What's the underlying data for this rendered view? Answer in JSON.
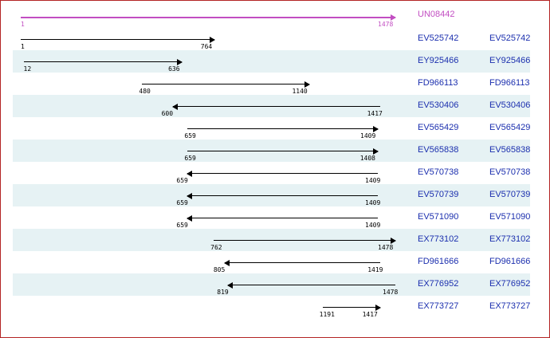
{
  "reference": {
    "name": "UN08442",
    "start": "1",
    "end": "1478",
    "direction": "forward",
    "color": "#c24ec2"
  },
  "alignments": [
    {
      "acc": "EV525742",
      "start": "1",
      "end": "764",
      "direction": "forward"
    },
    {
      "acc": "EY925466",
      "start": "12",
      "end": "636",
      "direction": "forward"
    },
    {
      "acc": "FD966113",
      "start": "480",
      "end": "1140",
      "direction": "forward"
    },
    {
      "acc": "EV530406",
      "start": "600",
      "end": "1417",
      "direction": "reverse"
    },
    {
      "acc": "EV565429",
      "start": "659",
      "end": "1409",
      "direction": "forward"
    },
    {
      "acc": "EV565838",
      "start": "659",
      "end": "1408",
      "direction": "forward"
    },
    {
      "acc": "EV570738",
      "start": "659",
      "end": "1409",
      "direction": "reverse"
    },
    {
      "acc": "EV570739",
      "start": "659",
      "end": "1409",
      "direction": "reverse"
    },
    {
      "acc": "EV571090",
      "start": "659",
      "end": "1409",
      "direction": "reverse"
    },
    {
      "acc": "EX773102",
      "start": "762",
      "end": "1478",
      "direction": "forward"
    },
    {
      "acc": "FD961666",
      "start": "805",
      "end": "1419",
      "direction": "reverse"
    },
    {
      "acc": "EX776952",
      "start": "819",
      "end": "1478",
      "direction": "reverse"
    },
    {
      "acc": "EX773727",
      "start": "1191",
      "end": "1417",
      "direction": "forward"
    }
  ],
  "colors": {
    "link": "#1b2fae",
    "row_shade": "#e6f2f4",
    "border": "#b32424",
    "reference": "#c24ec2"
  }
}
